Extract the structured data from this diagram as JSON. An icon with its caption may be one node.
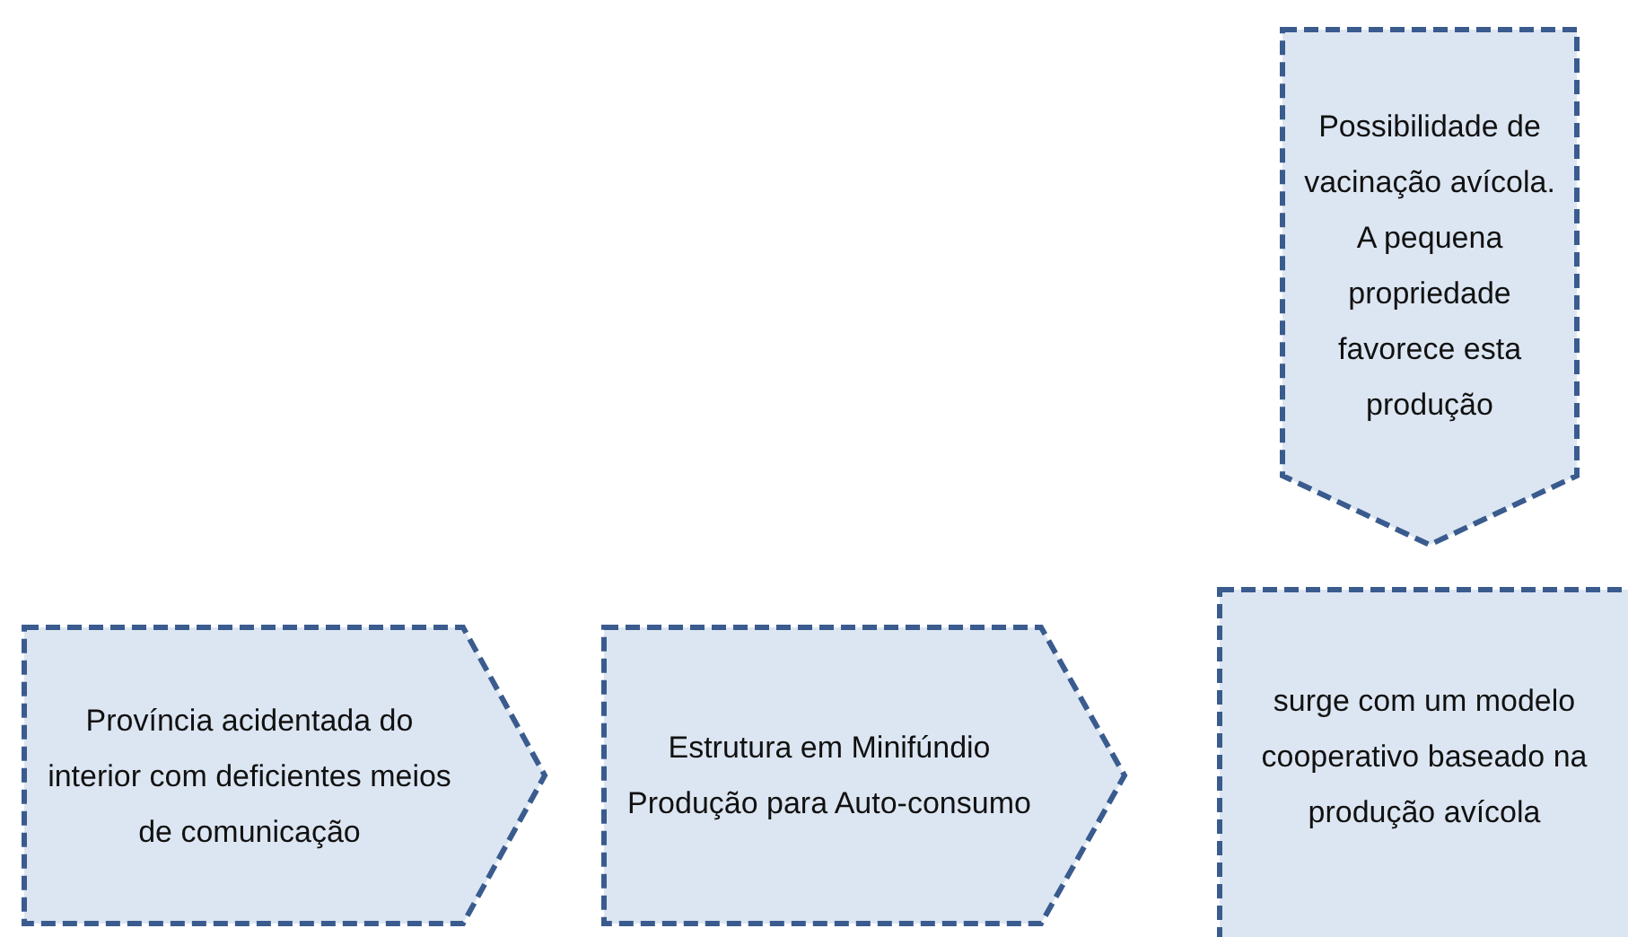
{
  "diagram": {
    "nodes": [
      {
        "text": [
          "Possibilidade de vacinação avícola.",
          "A pequena propriedade favorece esta produção"
        ]
      },
      {
        "text": [
          "Província acidentada do interior com deficientes meios de comunicação"
        ]
      },
      {
        "text": [
          "Estrutura em Minifúndio",
          "Produção para Auto-consumo"
        ]
      },
      {
        "text": [
          "surge com um modelo cooperativo baseado na produção avícola"
        ]
      }
    ]
  }
}
